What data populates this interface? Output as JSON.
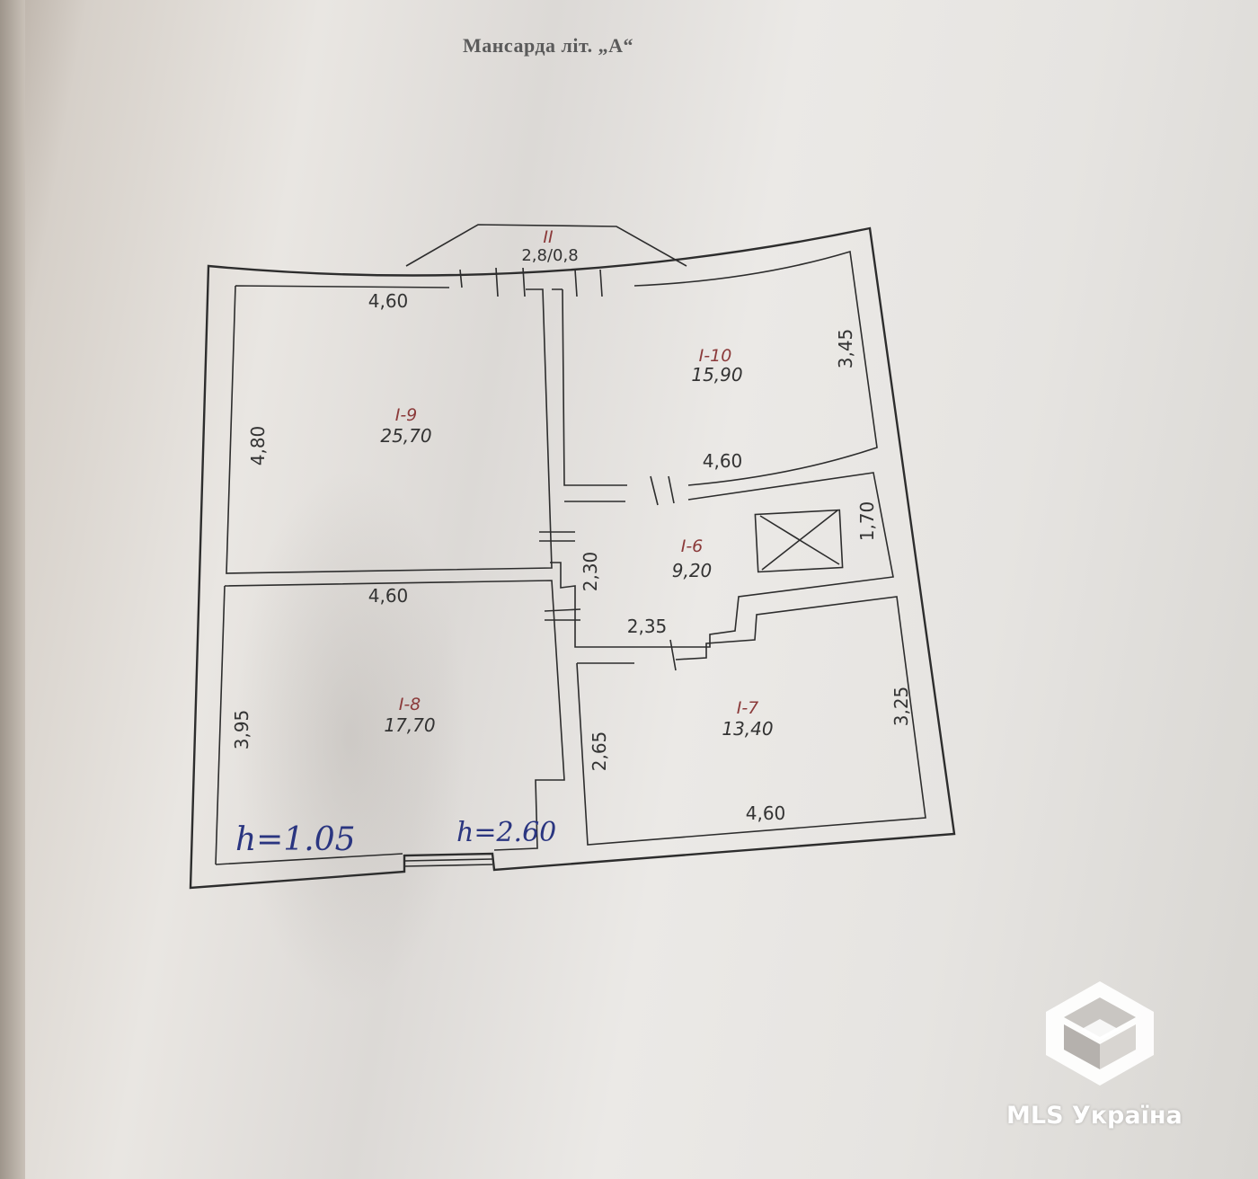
{
  "document": {
    "title": "Мансарда літ. „А“"
  },
  "rooms": [
    {
      "code": "I-9",
      "area": "25,70"
    },
    {
      "code": "I-10",
      "area": "15,90"
    },
    {
      "code": "I-6",
      "area": "9,20"
    },
    {
      "code": "I-8",
      "area": "17,70"
    },
    {
      "code": "I-7",
      "area": "13,40"
    }
  ],
  "balcony": {
    "code": "II",
    "size": "2,8/0,8"
  },
  "dimensions": {
    "r9_top": "4,60",
    "r9_left": "4,80",
    "r10_right": "3,45",
    "r10_bottom": "4,60",
    "r6_right": "1,70",
    "r6_left": "2,30",
    "r6_bottom": "2,35",
    "r8_top": "4,60",
    "r8_left": "3,95",
    "r7_left": "2,65",
    "r7_right": "3,25",
    "r7_bottom": "4,60"
  },
  "handwritten": {
    "h_left": "h=1.05",
    "h_right": "h=2.60"
  },
  "brand": {
    "name": "MLS Україна",
    "logo_icon": "mls-cube-logo"
  }
}
